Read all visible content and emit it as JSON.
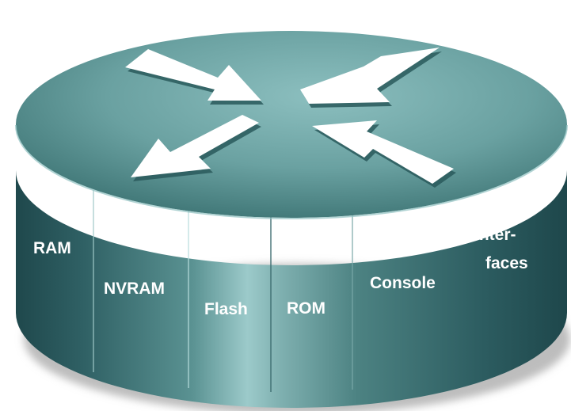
{
  "diagram": {
    "segments": [
      {
        "label": "RAM"
      },
      {
        "label": "NVRAM"
      },
      {
        "label": "Flash"
      },
      {
        "label": "ROM"
      },
      {
        "label": "Console"
      },
      {
        "label_line1": "Inter-",
        "label_line2": "faces"
      }
    ],
    "colors": {
      "top_center": "#86b8b8",
      "top_edge": "#3e7474",
      "side_dark": "#224e52",
      "side_mid": "#4b8484",
      "side_light": "#9cc8c8",
      "arrow": "#ffffff",
      "arrow_shadow": "#2a5a5c",
      "shadow": "#bcbcbc"
    },
    "icons": [
      "arrow-in-top-left",
      "arrow-out-top-right",
      "arrow-out-bottom-left",
      "arrow-in-bottom-right"
    ]
  }
}
